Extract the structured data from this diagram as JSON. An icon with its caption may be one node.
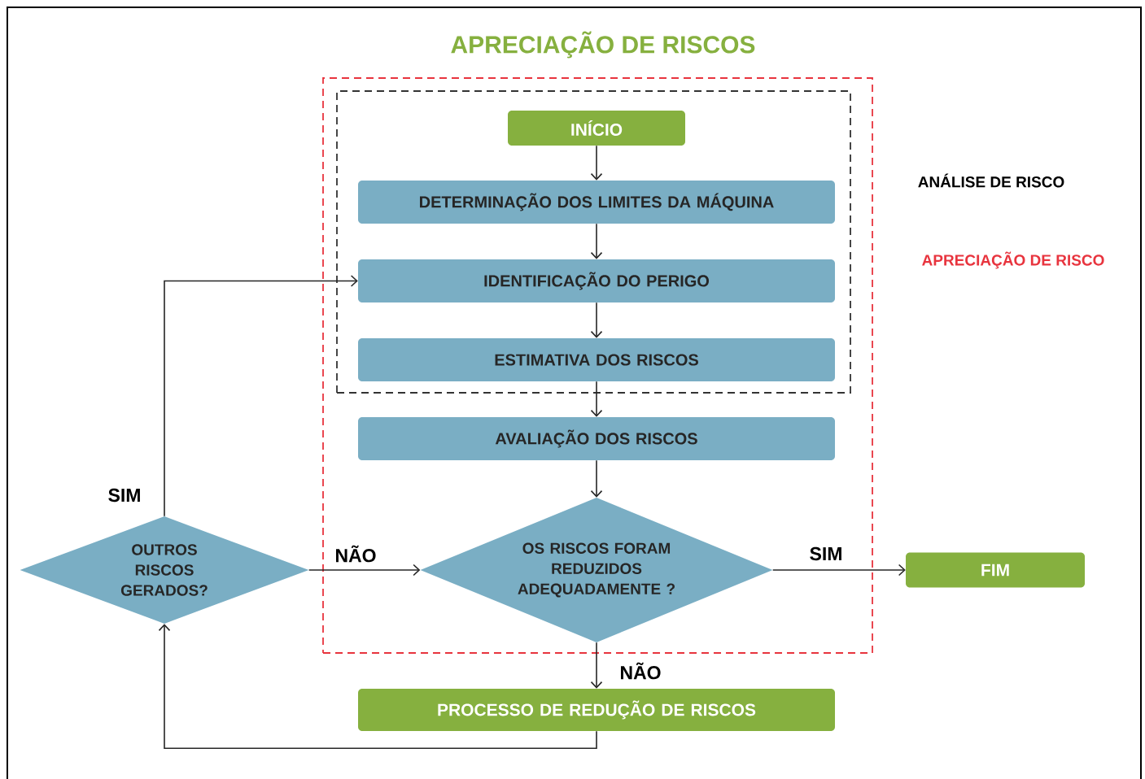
{
  "diagram": {
    "title": "APRECIAÇÃO DE RISCOS",
    "nodes": [
      {
        "text": [],
        "shape": "box"
      },
      {
        "text": [],
        "shape": "box",
        "in": 0
      },
      {
        "text": [
          "INÍCIO"
        ],
        "in": 1
      },
      {
        "text": [
          "DETERMINAÇÃO DOS LIMITES DA MÁQUINA"
        ],
        "in": 1
      },
      {
        "text": [
          "IDENTIFICAÇÃO DO PERIGO"
        ],
        "in": 1
      },
      {
        "text": [
          "ESTIMATIVA DOS RISCOS"
        ],
        "in": 1
      },
      {
        "text": [
          "AVALIAÇÃO DOS RISCOS"
        ],
        "in": 0
      },
      {
        "text": [
          "OS RISCOS FORAM REDUZIDOS ADEQUADAMENTE ?"
        ],
        "in": 0
      },
      {
        "text": [
          "OUTROS RISCOS GERADOS?"
        ]
      },
      {
        "text": [
          "FIM"
        ]
      },
      {
        "text": [
          "PROCESSO DE REDUÇÃO DE RISCOS"
        ]
      }
    ],
    "edges": [
      {
        "from": 2,
        "to": 3,
        "arrow": "to"
      },
      {
        "from": 3,
        "to": 4,
        "arrow": "to"
      },
      {
        "from": 4,
        "to": 5,
        "arrow": "to"
      },
      {
        "from": 5,
        "to": 6,
        "arrow": "to"
      },
      {
        "from": 6,
        "to": 7,
        "arrow": "to"
      },
      {
        "from": 7,
        "to": 9,
        "arrow": "to",
        "label": "SIM"
      },
      {
        "from": 7,
        "to": 10,
        "arrow": "to",
        "label": "NÃO"
      },
      {
        "from": 10,
        "to": 8,
        "arrow": "to"
      },
      {
        "from": 8,
        "to": 4,
        "arrow": "to",
        "label": "SIM"
      },
      {
        "from": 8,
        "to": 7,
        "arrow": "to",
        "label": "NÃO"
      }
    ],
    "labels": [
      "ANÁLISE DE RISCO",
      "APRECIAÇÃO DE RISCO"
    ]
  }
}
